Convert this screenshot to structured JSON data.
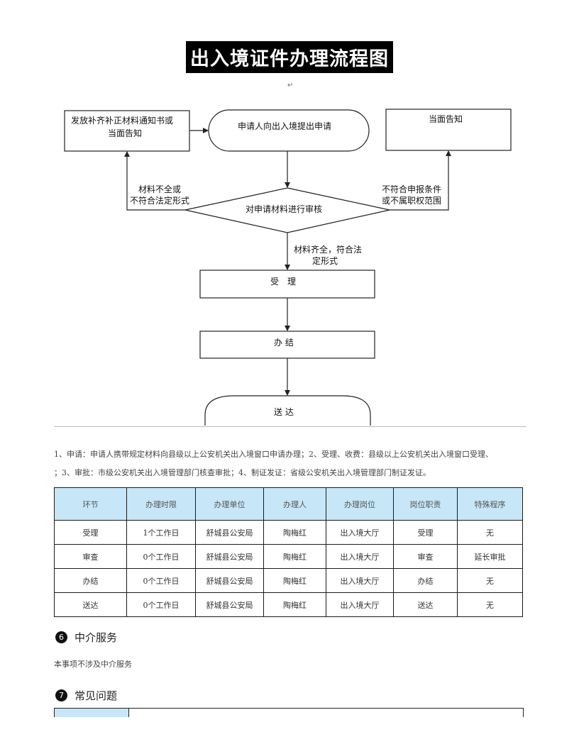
{
  "title": "出入境证件办理流程图",
  "return_mark": "↵",
  "flow": {
    "supplement_box": [
      "发放补齐补正材料通知书或",
      "当面告知"
    ],
    "start": "申请人向出入境提出申请",
    "notice_box": "当面告知",
    "left_label": [
      "材料不全或",
      "不符合法定形式"
    ],
    "right_label": [
      "不符合申报条件",
      "或不属职权范围"
    ],
    "review": "对申请材料进行审核",
    "ok_label": [
      "材料齐全，符合法",
      "定形式"
    ],
    "accept": "受　理",
    "conclude": "办 结",
    "deliver": "送 达"
  },
  "description": [
    "1、申请：申请人携带规定材料向县级以上公安机关出入境窗口申请办理；2、受理、收费：县级以上公安机关出入境窗口受理、",
    "；3、审批：市级公安机关出入境管理部门核查审批；4、制证发证：省级公安机关出入境管理部门制证发证。"
  ],
  "table": {
    "headers": [
      "环节",
      "办理时限",
      "办理单位",
      "办理人",
      "办理岗位",
      "岗位职责",
      "特殊程序"
    ],
    "rows": [
      [
        "受理",
        "1个工作日",
        "舒城县公安局",
        "陶梅红",
        "出入境大厅",
        "受理",
        "无"
      ],
      [
        "审查",
        "0个工作日",
        "舒城县公安局",
        "陶梅红",
        "出入境大厅",
        "审查",
        "延长审批"
      ],
      [
        "办结",
        "0个工作日",
        "舒城县公安局",
        "陶梅红",
        "出入境大厅",
        "办结",
        "无"
      ],
      [
        "送达",
        "0个工作日",
        "舒城县公安局",
        "陶梅红",
        "出入境大厅",
        "送达",
        "无"
      ]
    ]
  },
  "section6": {
    "number": "6",
    "title": "中介服务",
    "note": "本事项不涉及中介服务"
  },
  "section7": {
    "number": "7",
    "title": "常见问题"
  },
  "colors": {
    "header_bg": "#c7e7f8",
    "border": "#1a1a1a"
  }
}
